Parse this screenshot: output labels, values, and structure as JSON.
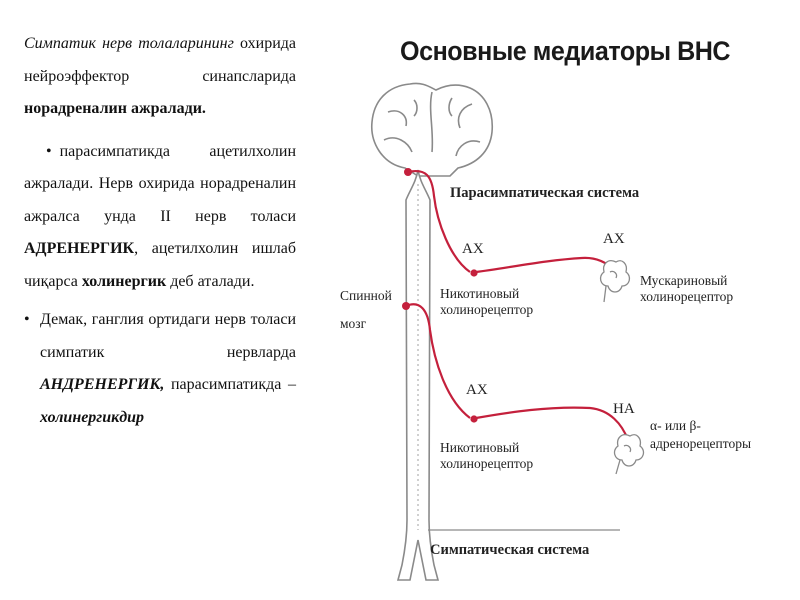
{
  "text": {
    "p1": {
      "italic_start": "Симпатик нерв толаларининг",
      "plain": " охирида нейроэффектор синапсларида ",
      "bold_end": "норадреналин ажралади."
    },
    "p2": {
      "bullet": "•",
      "a": "парасимпатикда ацетилхолин ажралади. Нерв охирида норадреналин ажралса унда II нерв толаси ",
      "bold1": "АДРЕНЕРГИК",
      "b": ", ацетилхолин ишлаб чиқарса ",
      "bold2": "холинергик",
      "c": " деб аталади."
    },
    "p3": {
      "bullet": "•",
      "a": "Демак, ганглия ортидаги нерв толаси симпатик нервларда ",
      "bold_italic1": "АНДРЕНЕРГИК,",
      "b": " парасимпатикда – ",
      "bold_italic2": "холинергикдир"
    }
  },
  "diagram": {
    "title": "Основные медиаторы ВНС",
    "parasympathetic": "Парасимпатическая система",
    "sympathetic": "Симпатическая система",
    "spinal_cord": [
      "Спинной",
      "мозг"
    ],
    "ax_top_left": "АХ",
    "ax_top_right": "АХ",
    "nicotinic_top": [
      "Никотиновый",
      "холинорецептор"
    ],
    "muscarinic": [
      "Мускариновый",
      "холинорецептор"
    ],
    "ax_bottom": "АХ",
    "na_bottom": "НА",
    "nicotinic_bottom": [
      "Никотиновый",
      "холинорецептор"
    ],
    "adrenoreceptors": [
      "α- или β-",
      "адренорецепторы"
    ]
  },
  "colors": {
    "nerve": "#c4203c",
    "outline": "#8a8a8a",
    "text": "#111111"
  }
}
